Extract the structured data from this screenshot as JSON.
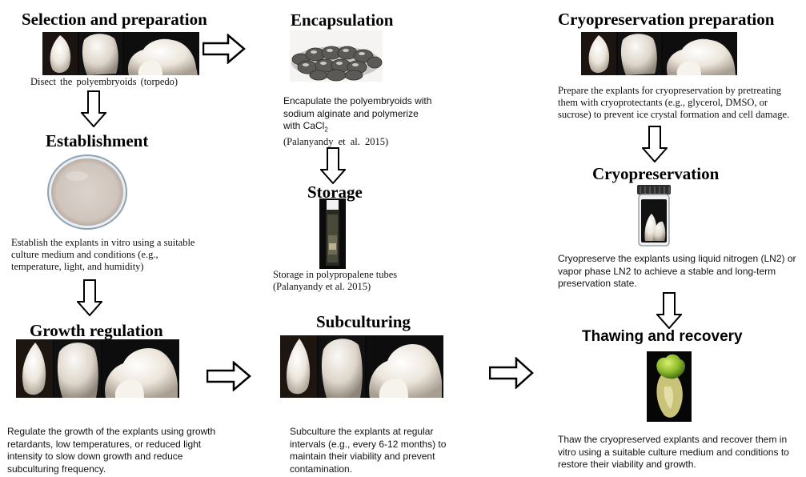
{
  "columns": {
    "left": {
      "step1": {
        "title": "Selection and preparation",
        "caption": "Disect the polyembryoids (torpedo)"
      },
      "step2": {
        "title": "Establishment",
        "caption": "Establish the explants in vitro using a suitable culture medium and conditions (e.g., temperature, light, and humidity)"
      },
      "step3": {
        "title": "Growth regulation",
        "caption": "Regulate the growth of the explants using growth retardants, low temperatures, or reduced light intensity to slow down growth and reduce subculturing frequency."
      }
    },
    "middle": {
      "step1": {
        "title": "Encapsulation",
        "caption_main": "Encapulate the polyembryoids with sodium alginate and polymerize with CaCl",
        "caption_sub": "2",
        "caption_ref": "(Palanyandy et al. 2015)"
      },
      "step2": {
        "title": "Storage",
        "caption": "Storage in polypropalene tubes (Palanyandy et al. 2015)"
      },
      "step3": {
        "title": "Subculturing",
        "caption": "Subculture the explants at regular intervals (e.g., every 6-12 months) to maintain their viability and prevent contamination."
      }
    },
    "right": {
      "step1": {
        "title": "Cryopreservation preparation",
        "caption": "Prepare the explants for cryopreservation by pretreating them with cryoprotectants (e.g., glycerol, DMSO, or sucrose) to prevent ice crystal formation and cell damage."
      },
      "step2": {
        "title": "Cryopreservation",
        "caption": "Cryopreserve the explants using liquid nitrogen (LN2) or vapor phase LN2 to achieve a stable and long-term preservation state."
      },
      "step3": {
        "title": "Thawing and recovery",
        "caption": "Thaw the cryopreserved explants and recover them in vitro using a suitable culture medium and conditions to restore their viability and growth."
      }
    }
  },
  "colors": {
    "arrow_stroke": "#000000",
    "arrow_fill": "#ffffff",
    "embryo": "#f2ece4",
    "petri": "#d6cdc6"
  }
}
